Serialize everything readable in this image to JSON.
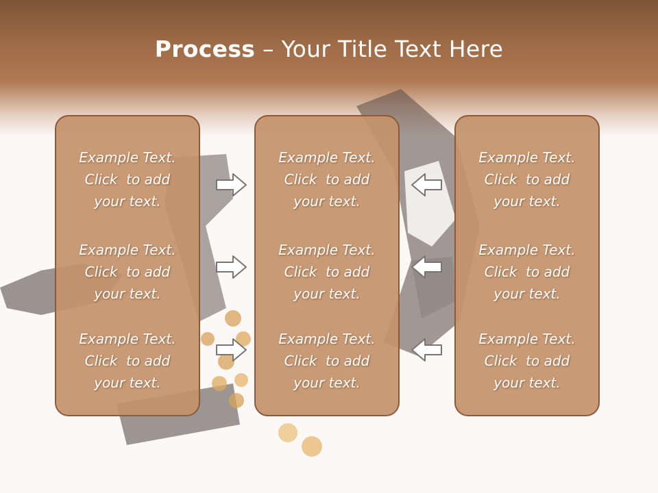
{
  "slide": {
    "title_bold": "Process",
    "title_rest": " – Your Title Text Here"
  },
  "columns": [
    {
      "items": [
        [
          "Example Text.",
          "Click  to add",
          "your text."
        ],
        [
          "Example Text.",
          "Click  to add",
          "your text."
        ],
        [
          "Example Text.",
          "Click  to add",
          "your text."
        ]
      ]
    },
    {
      "items": [
        [
          "Example Text.",
          "Click  to add",
          "your text."
        ],
        [
          "Example Text.",
          "Click  to add",
          "your text."
        ],
        [
          "Example Text.",
          "Click  to add",
          "your text."
        ]
      ]
    },
    {
      "items": [
        [
          "Example Text.",
          "Click  to add",
          "your text."
        ],
        [
          "Example Text.",
          "Click  to add",
          "your text."
        ],
        [
          "Example Text.",
          "Click  to add",
          "your text."
        ]
      ]
    }
  ],
  "arrows": {
    "left_group": "arrow-right-icon",
    "right_group": "arrow-left-icon"
  },
  "colors": {
    "header": "#8b5e3c",
    "panel_fill": "#c4926a",
    "panel_border": "#8c5a3a",
    "text": "#ffffff"
  }
}
